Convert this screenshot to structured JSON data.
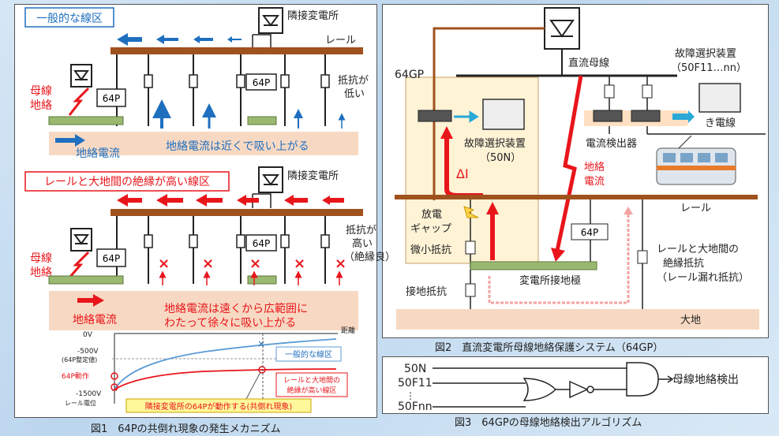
{
  "figure1": {
    "caption": "図1　64Pの共倒れ現象の発生メカニズム",
    "top": {
      "heading": "一般的な線区",
      "substation": "隣接変電所",
      "rail": "レール",
      "relay": "64P",
      "fault_label": "母線\n地絡",
      "resistance": "抵抗が\n低い",
      "current_label": "地絡電流",
      "note": "地絡電流は近くで吸い上がる"
    },
    "bottom": {
      "heading": "レールと大地間の絶縁が高い線区",
      "substation": "隣接変電所",
      "relay": "64P",
      "fault_label": "母線\n地絡",
      "resistance": "抵抗が\n高い\n（絶縁良）",
      "current_label": "地絡電流",
      "note": "地絡電流は遠くから広範囲に\nわたって徐々に吸い上がる"
    },
    "graph": {
      "x_label": "距離",
      "y_ticks": [
        "0V",
        "-500V",
        "(64P整定値)",
        "64P動作",
        "-1500V",
        "レール電位"
      ],
      "legend_general": "一般的な線区",
      "legend_insulated": "レールと大地間の\n絶縁が高い線区",
      "callout": "隣接変電所の64Pが動作する(共倒れ現象)"
    }
  },
  "figure2": {
    "caption": "図2　直流変電所母線地絡保護システム（64GP）",
    "labels": {
      "system": "64GP",
      "dc_bus": "直流母線",
      "selector_main": "故障選択装置\n（50F11…nn）",
      "feeder": "き電線",
      "detector": "電流検出器",
      "selector_local": "故障選択装置\n（50N）",
      "delta_i": "ΔI",
      "ground_current": "地絡\n電流",
      "rail": "レール",
      "discharge_gap": "放電\nギャップ",
      "micro_resistor": "微小抵抗",
      "relay": "64P",
      "insulation": "レールと大地間の\n絶縁抵抗\n（レール漏れ抵抗）",
      "ground_resistor": "接地抵抗",
      "ground_electrode": "変電所接地極",
      "earth": "大地"
    }
  },
  "figure3": {
    "caption": "図3　64GPの母線地絡検出アルゴリズム",
    "inputs": [
      "50N",
      "50F11",
      "⋮",
      "50Fnn"
    ],
    "output": "母線地絡検出"
  },
  "colors": {
    "rail": "#a0521e",
    "blue_arrow": "#1f6fbf",
    "red_arrow": "#e8151b",
    "earth": "#f7d9c3",
    "electrode": "#9bb870",
    "building": "#fff3d6"
  }
}
